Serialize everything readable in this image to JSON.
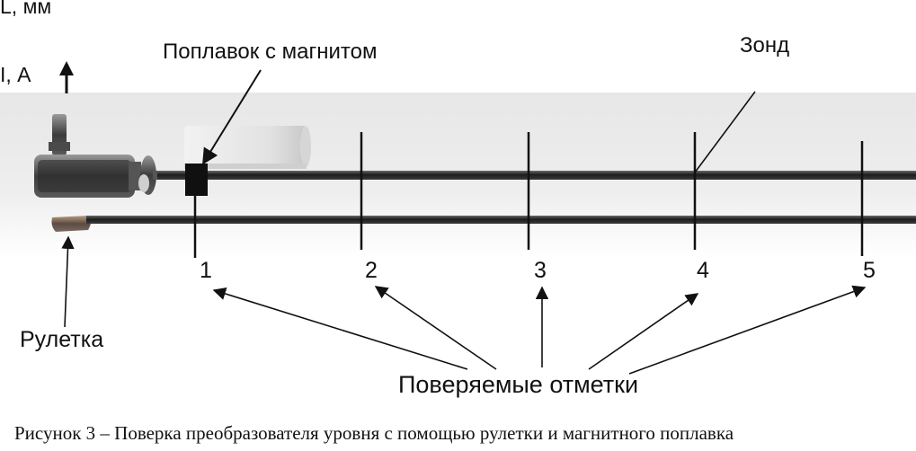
{
  "labels": {
    "length_axis": "L, мм",
    "current_axis": "I, А",
    "float": "Поплавок с магнитом",
    "probe": "Зонд",
    "tape": "Рулетка",
    "marks": "Поверяемые отметки"
  },
  "marks": [
    "1",
    "2",
    "3",
    "4",
    "5"
  ],
  "caption": "Рисунок 3 – Поверка преобразователя уровня с помощью рулетки и магнитного поплавка"
}
